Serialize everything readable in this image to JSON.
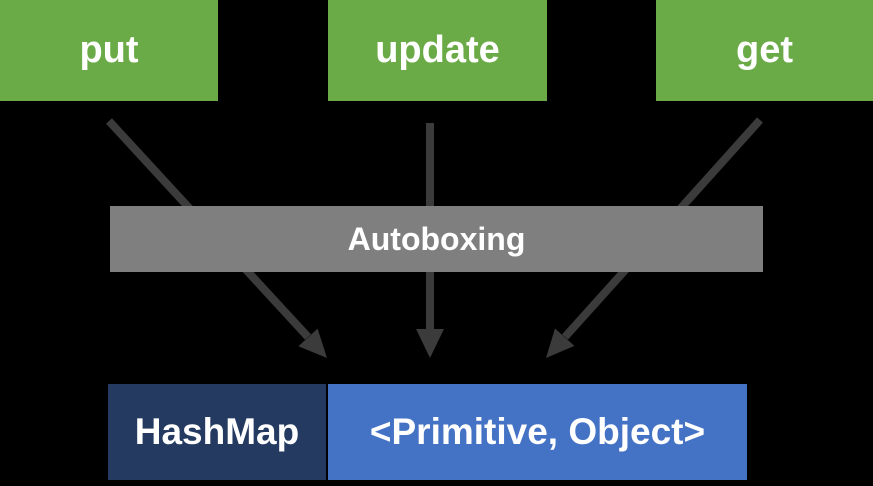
{
  "colors": {
    "background": "#000000",
    "green": "#6BAB47",
    "gray": "#7F7F7F",
    "navy": "#243A61",
    "blue": "#4472C4",
    "arrow": "#3B3B3B",
    "text": "#FFFFFF"
  },
  "top_boxes": [
    {
      "label": "put"
    },
    {
      "label": "update"
    },
    {
      "label": "get"
    }
  ],
  "middle_bar": {
    "label": "Autoboxing"
  },
  "bottom_box": {
    "left_label": "HashMap",
    "right_label": "<Primitive, Object>"
  }
}
